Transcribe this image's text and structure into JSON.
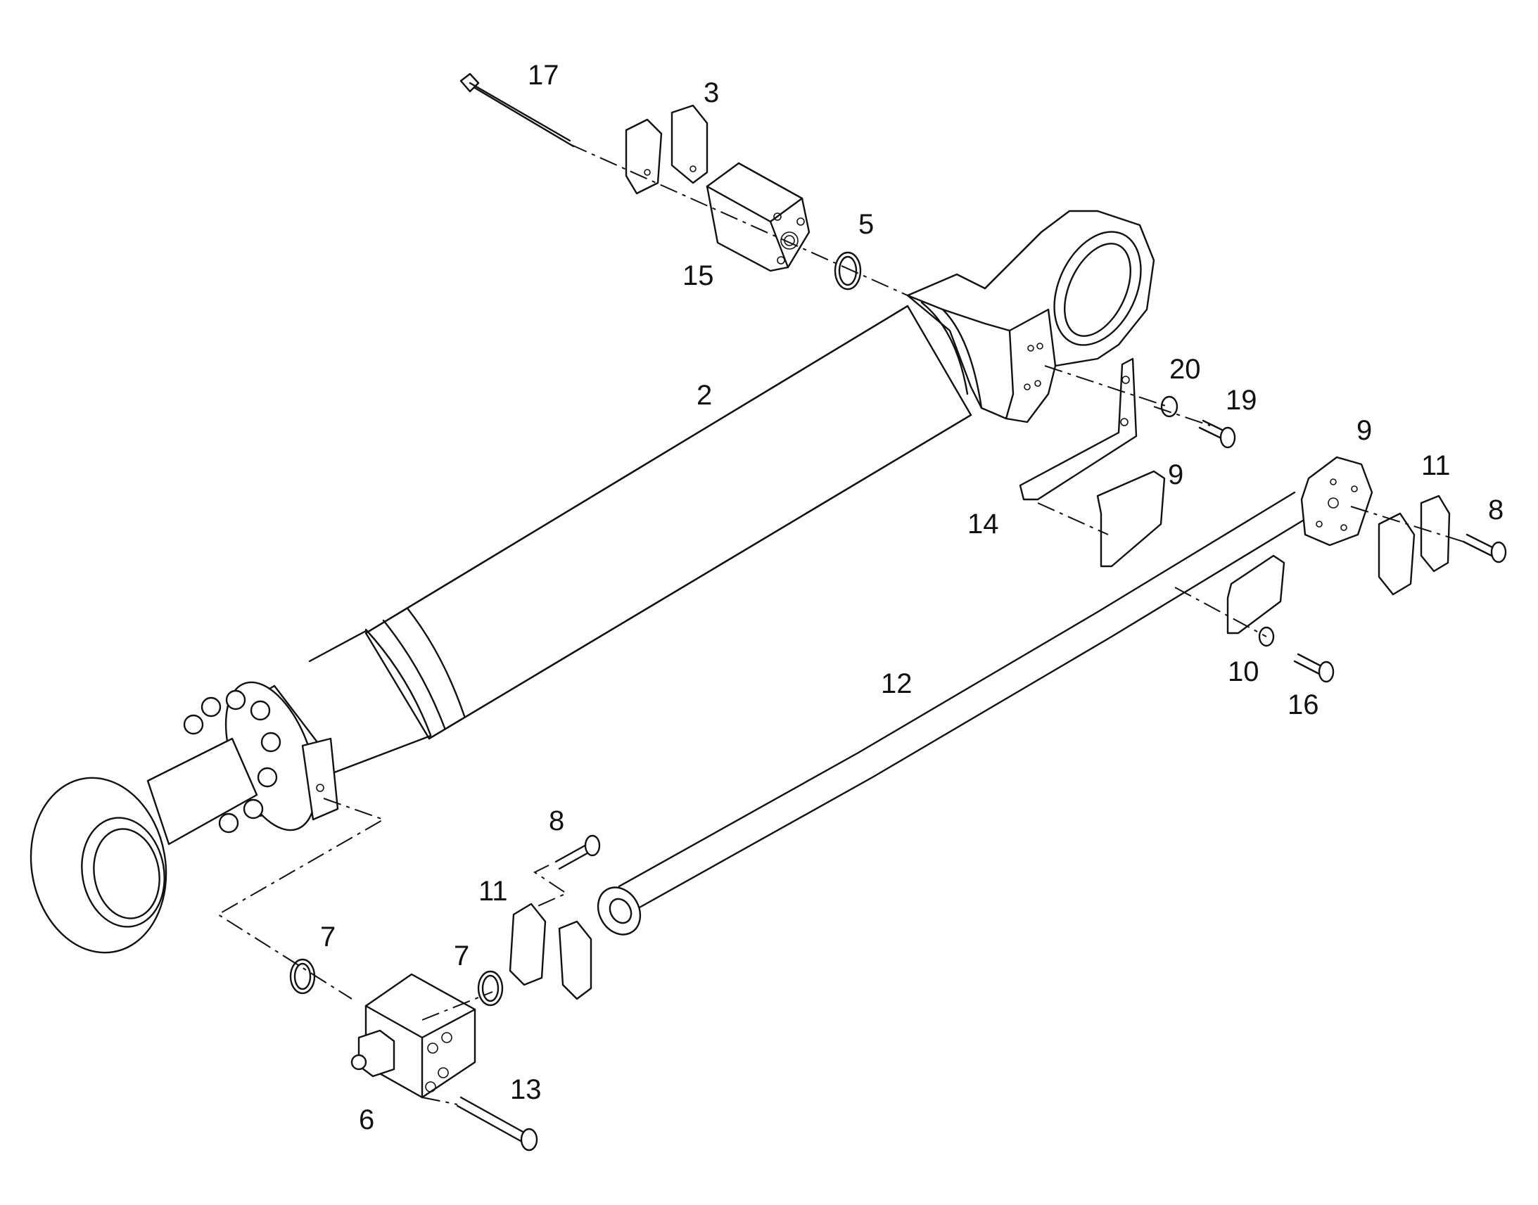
{
  "diagram": {
    "part_labels": {
      "p17": "17",
      "p3": "3",
      "p5": "5",
      "p15": "15",
      "p2": "2",
      "p20": "20",
      "p19": "19",
      "p9a": "9",
      "p9b": "9",
      "p11a": "11",
      "p8a": "8",
      "p14": "14",
      "p10": "10",
      "p16": "16",
      "p12": "12",
      "p8b": "8",
      "p11b": "11",
      "p7a": "7",
      "p7b": "7",
      "p13": "13",
      "p6": "6"
    }
  }
}
